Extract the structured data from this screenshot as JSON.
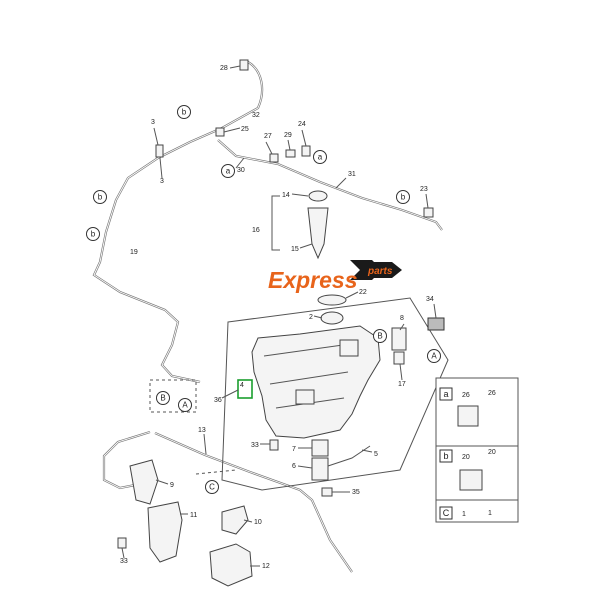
{
  "logo": {
    "main": "Express",
    "sub": "parts"
  },
  "callouts": {
    "n28": "28",
    "n32": "32",
    "n3a": "3",
    "n3b": "3",
    "n25": "25",
    "n27": "27",
    "n29": "29",
    "n24": "24",
    "n30": "30",
    "n31": "31",
    "n23": "23",
    "n14": "14",
    "n16": "16",
    "n15": "15",
    "n19": "19",
    "n22": "22",
    "n2": "2",
    "n34": "34",
    "n8": "8",
    "n17": "17",
    "n36": "36",
    "n4": "4",
    "n33a": "33",
    "n7": "7",
    "n6": "6",
    "n5": "5",
    "n13": "13",
    "n35": "35",
    "n9": "9",
    "n11": "11",
    "n10": "10",
    "n33b": "33",
    "n12": "12",
    "n26": "26",
    "n20": "20",
    "n1": "1"
  },
  "refs": {
    "a": "a",
    "b": "b",
    "A": "A",
    "B": "B",
    "C": "C"
  },
  "legend": {
    "rows": [
      {
        "ref": "a",
        "part": "26"
      },
      {
        "ref": "b",
        "part": "20"
      },
      {
        "ref": "C",
        "part": "1"
      }
    ]
  }
}
